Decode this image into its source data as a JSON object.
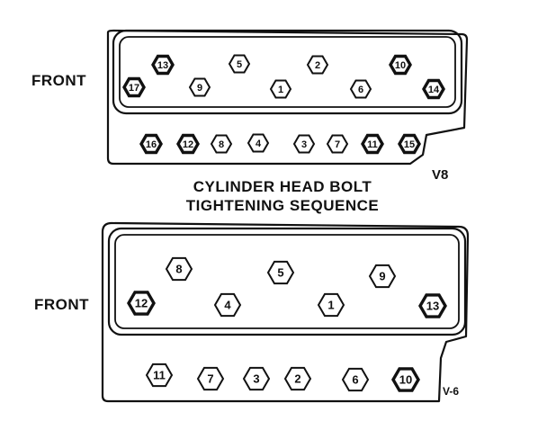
{
  "v8": {
    "front_label": "FRONT",
    "engine_label": "V8",
    "upper_row": [
      {
        "n": "17",
        "emphasis": true
      },
      {
        "n": "13",
        "emphasis": true
      },
      {
        "n": "9",
        "emphasis": false
      },
      {
        "n": "5",
        "emphasis": false
      },
      {
        "n": "1",
        "emphasis": false
      },
      {
        "n": "2",
        "emphasis": false
      },
      {
        "n": "6",
        "emphasis": false
      },
      {
        "n": "10",
        "emphasis": true
      },
      {
        "n": "14",
        "emphasis": true
      }
    ],
    "lower_row": [
      {
        "n": "16",
        "emphasis": true
      },
      {
        "n": "12",
        "emphasis": true
      },
      {
        "n": "8",
        "emphasis": false
      },
      {
        "n": "4",
        "emphasis": false
      },
      {
        "n": "3",
        "emphasis": false
      },
      {
        "n": "7",
        "emphasis": false
      },
      {
        "n": "11",
        "emphasis": true
      },
      {
        "n": "15",
        "emphasis": true
      }
    ]
  },
  "caption": {
    "line1": "CYLINDER HEAD BOLT",
    "line2": "TIGHTENING SEQUENCE"
  },
  "v6": {
    "front_label": "FRONT",
    "engine_label": "V-6",
    "upper_row": [
      {
        "n": "12",
        "emphasis": true
      },
      {
        "n": "8",
        "emphasis": false
      },
      {
        "n": "4",
        "emphasis": false
      },
      {
        "n": "5",
        "emphasis": false
      },
      {
        "n": "1",
        "emphasis": false
      },
      {
        "n": "9",
        "emphasis": false
      },
      {
        "n": "13",
        "emphasis": true
      }
    ],
    "lower_row": [
      {
        "n": "11",
        "emphasis": false
      },
      {
        "n": "7",
        "emphasis": false
      },
      {
        "n": "3",
        "emphasis": false
      },
      {
        "n": "2",
        "emphasis": false
      },
      {
        "n": "6",
        "emphasis": false
      },
      {
        "n": "10",
        "emphasis": true
      }
    ]
  },
  "colors": {
    "ink": "#111111",
    "paper": "#ffffff"
  }
}
